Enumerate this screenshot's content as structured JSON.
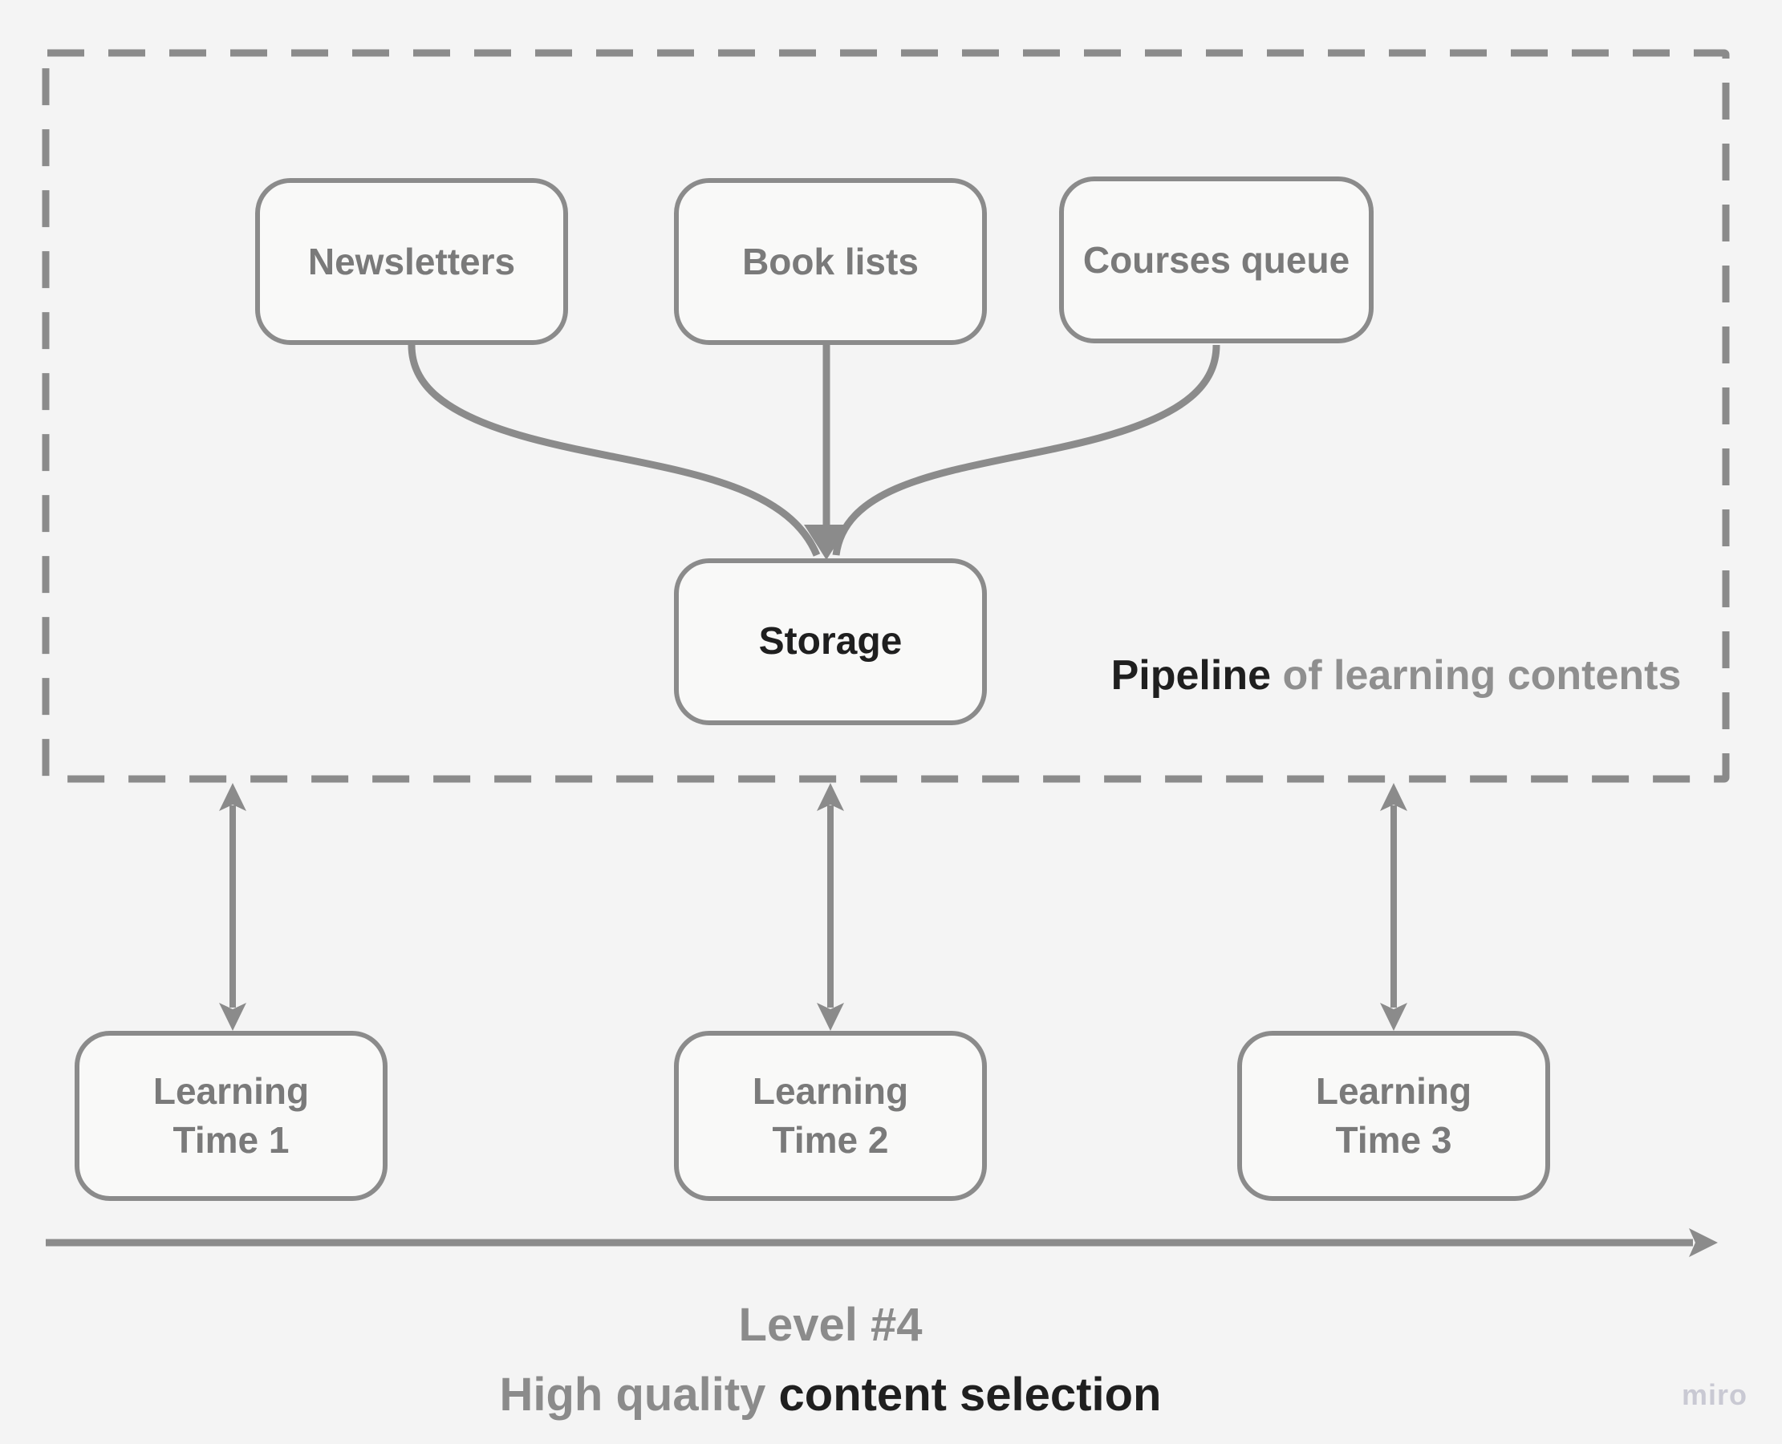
{
  "colors": {
    "background": "#f4f4f4",
    "shape_fill": "#f9f9f8",
    "shape_stroke": "#8b8b8b",
    "text_gray": "#7a7a7a",
    "text_dark": "#1f1f1f",
    "pipeline_gray": "#8f8f8f",
    "caption_gray": "#8b8b8b",
    "watermark": "#c9c9d3"
  },
  "frame": {
    "label_bold": "Pipeline",
    "label_rest": " of learning contents"
  },
  "sources": [
    {
      "label": "Newsletters"
    },
    {
      "label": "Book lists"
    },
    {
      "label": "Courses queue"
    }
  ],
  "storage": {
    "label": "Storage"
  },
  "learning_times": [
    {
      "line1": "Learning",
      "line2": "Time 1"
    },
    {
      "line1": "Learning",
      "line2": "Time 2"
    },
    {
      "line1": "Learning",
      "line2": "Time 3"
    }
  ],
  "caption": {
    "line1": "Level #4",
    "line2_gray": "High quality",
    "line2_dark": " content selection"
  },
  "watermark": {
    "label": "miro"
  }
}
